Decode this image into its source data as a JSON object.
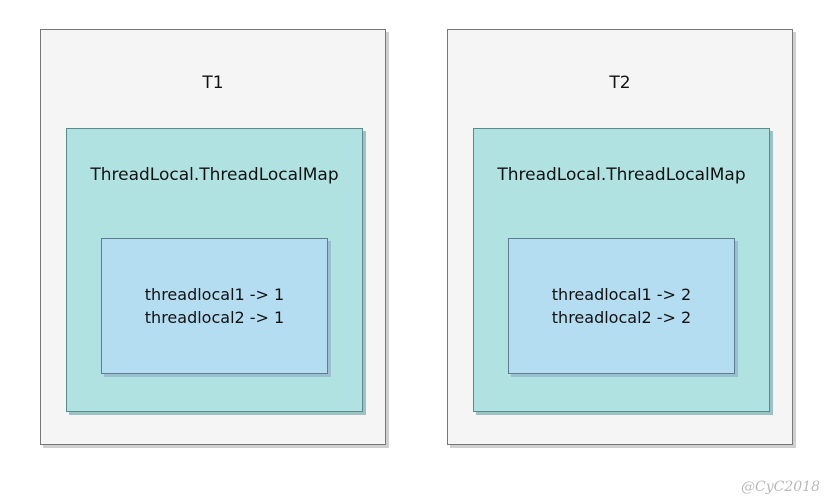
{
  "threads": [
    {
      "title": "T1",
      "map_title": "ThreadLocal.ThreadLocalMap",
      "entries": [
        "threadlocal1 -> 1",
        "threadlocal2 -> 1"
      ]
    },
    {
      "title": "T2",
      "map_title": "ThreadLocal.ThreadLocalMap",
      "entries": [
        "threadlocal1 -> 2",
        "threadlocal2 -> 2"
      ]
    }
  ],
  "watermark": "@CyC2018",
  "colors": {
    "thread_fill": "#f5f5f5",
    "map_fill": "#b0e2e2",
    "entries_fill": "#b4ddf1"
  }
}
